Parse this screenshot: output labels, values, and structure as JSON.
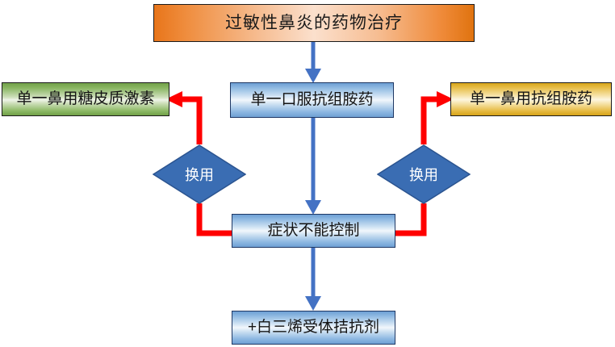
{
  "diagram": {
    "title_node": {
      "label": "过敏性鼻炎的药物治疗"
    },
    "nodes": {
      "oral_antihistamine": {
        "label": "单一口服抗组胺药"
      },
      "nasal_corticosteroid": {
        "label": "单一鼻用糖皮质激素"
      },
      "nasal_antihistamine": {
        "label": "单一鼻用抗组胺药"
      },
      "symptoms_uncontrolled": {
        "label": "症状不能控制"
      },
      "leukotriene": {
        "label": "+白三烯受体拮抗剂"
      }
    },
    "decisions": {
      "switch_left": {
        "label": "换用"
      },
      "switch_right": {
        "label": "换用"
      }
    },
    "colors": {
      "title_orange": "#e8751a",
      "green": "#72a14a",
      "blue": "#6d9fd4",
      "yellow": "#d8a61c",
      "diamond_blue": "#3a6db3",
      "arrow_blue": "#4472c4",
      "arrow_red": "#ff0000",
      "text_dark": "#141414",
      "text_light": "#ffffff"
    }
  }
}
